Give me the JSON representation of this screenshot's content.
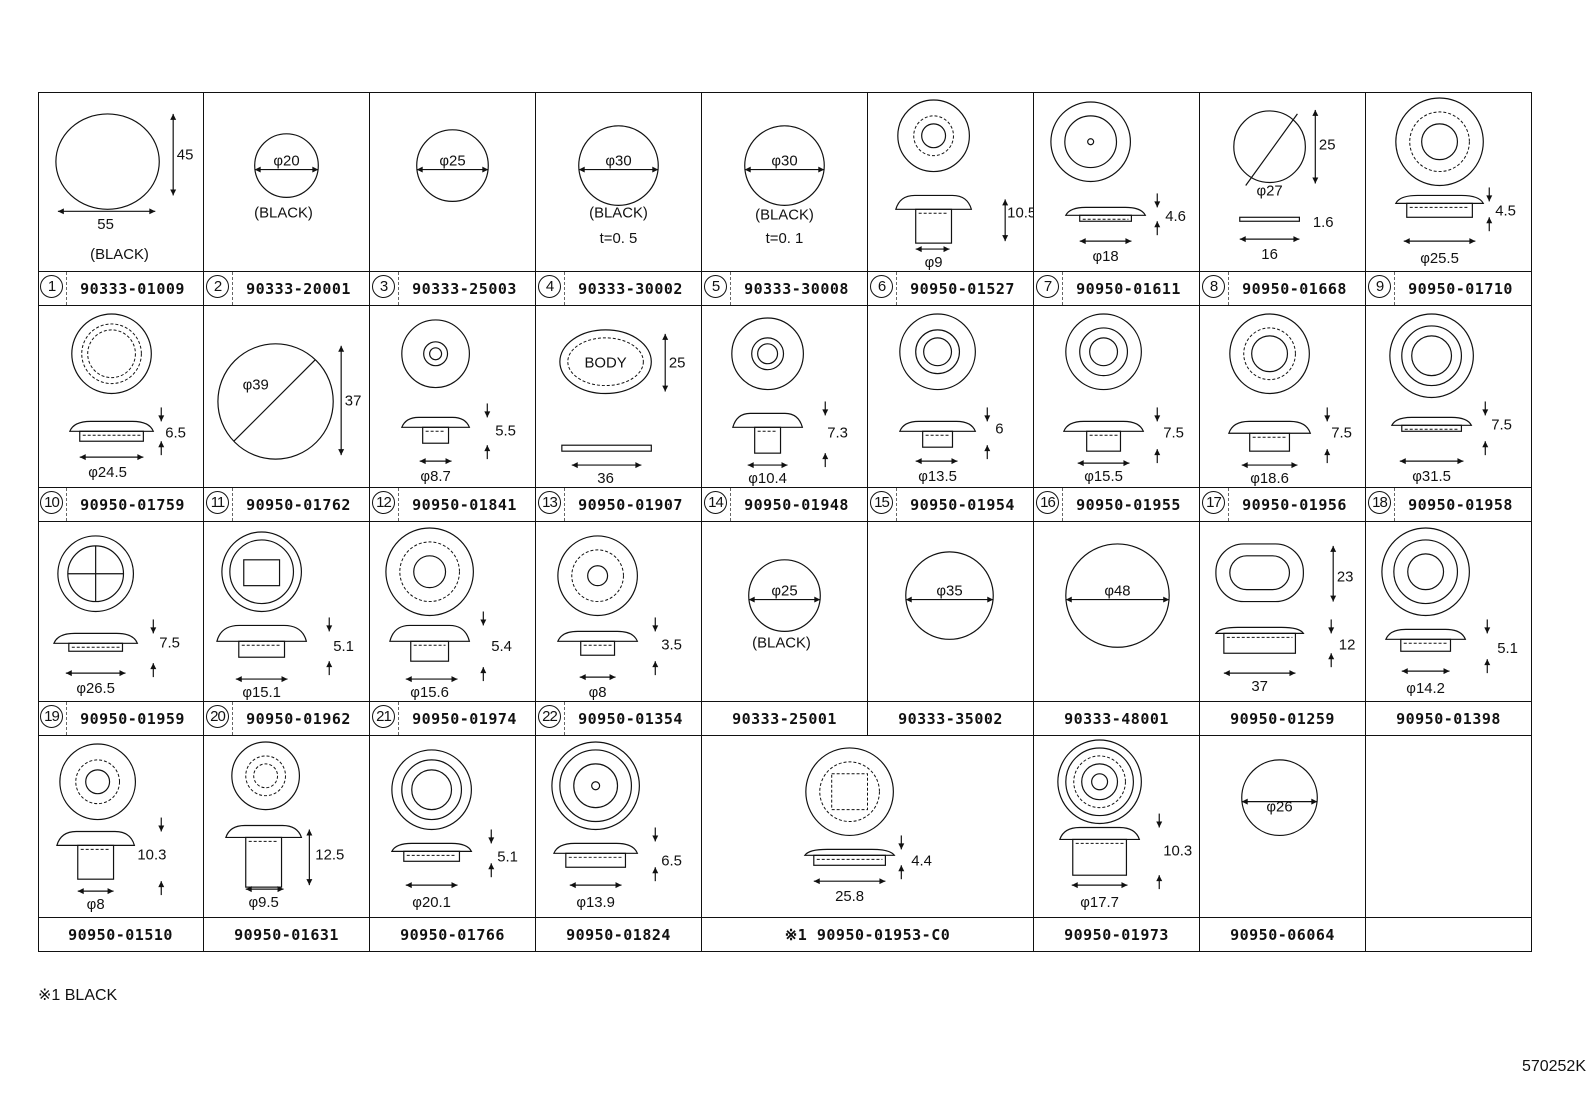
{
  "rows": [
    [
      {
        "num": "1",
        "code": "90333-01009",
        "labels": [
          "45",
          "55",
          "(BLACK)"
        ]
      },
      {
        "num": "2",
        "code": "90333-20001",
        "labels": [
          "φ20",
          "(BLACK)"
        ]
      },
      {
        "num": "3",
        "code": "90333-25003",
        "labels": [
          "φ25"
        ]
      },
      {
        "num": "4",
        "code": "90333-30002",
        "labels": [
          "φ30",
          "(BLACK)",
          "t=0. 5"
        ]
      },
      {
        "num": "5",
        "code": "90333-30008",
        "labels": [
          "φ30",
          "(BLACK)",
          "t=0. 1"
        ]
      },
      {
        "num": "6",
        "code": "90950-01527",
        "labels": [
          "10.5",
          "φ9"
        ]
      },
      {
        "num": "7",
        "code": "90950-01611",
        "labels": [
          "4.6",
          "φ18"
        ]
      },
      {
        "num": "8",
        "code": "90950-01668",
        "labels": [
          "25",
          "φ27",
          "1.6",
          "16"
        ]
      },
      {
        "num": "9",
        "code": "90950-01710",
        "labels": [
          "4.5",
          "φ25.5"
        ]
      }
    ],
    [
      {
        "num": "10",
        "code": "90950-01759",
        "labels": [
          "6.5",
          "φ24.5"
        ]
      },
      {
        "num": "11",
        "code": "90950-01762",
        "labels": [
          "φ39",
          "37"
        ]
      },
      {
        "num": "12",
        "code": "90950-01841",
        "labels": [
          "5.5",
          "φ8.7"
        ]
      },
      {
        "num": "13",
        "code": "90950-01907",
        "labels": [
          "BODY",
          "25",
          "36"
        ]
      },
      {
        "num": "14",
        "code": "90950-01948",
        "labels": [
          "7.3",
          "φ10.4"
        ]
      },
      {
        "num": "15",
        "code": "90950-01954",
        "labels": [
          "6",
          "φ13.5"
        ]
      },
      {
        "num": "16",
        "code": "90950-01955",
        "labels": [
          "7.5",
          "φ15.5"
        ]
      },
      {
        "num": "17",
        "code": "90950-01956",
        "labels": [
          "7.5",
          "φ18.6"
        ]
      },
      {
        "num": "18",
        "code": "90950-01958",
        "labels": [
          "7.5",
          "φ31.5"
        ]
      }
    ],
    [
      {
        "num": "19",
        "code": "90950-01959",
        "labels": [
          "7.5",
          "φ26.5"
        ]
      },
      {
        "num": "20",
        "code": "90950-01962",
        "labels": [
          "5.1",
          "φ15.1"
        ]
      },
      {
        "num": "21",
        "code": "90950-01974",
        "labels": [
          "5.4",
          "φ15.6"
        ]
      },
      {
        "num": "22",
        "code": "90950-01354",
        "labels": [
          "3.5",
          "φ8"
        ]
      },
      {
        "num": "",
        "code": "90333-25001",
        "labels": [
          "φ25",
          "(BLACK)"
        ]
      },
      {
        "num": "",
        "code": "90333-35002",
        "labels": [
          "φ35"
        ]
      },
      {
        "num": "",
        "code": "90333-48001",
        "labels": [
          "φ48"
        ]
      },
      {
        "num": "",
        "code": "90950-01259",
        "labels": [
          "23",
          "12",
          "37"
        ]
      },
      {
        "num": "",
        "code": "90950-01398",
        "labels": [
          "5.1",
          "φ14.2"
        ]
      }
    ],
    [
      {
        "num": "",
        "code": "90950-01510",
        "labels": [
          "10.3",
          "φ8"
        ]
      },
      {
        "num": "",
        "code": "90950-01631",
        "labels": [
          "12.5",
          "φ9.5"
        ]
      },
      {
        "num": "",
        "code": "90950-01766",
        "labels": [
          "5.1",
          "φ20.1"
        ]
      },
      {
        "num": "",
        "code": "90950-01824",
        "labels": [
          "6.5",
          "φ13.9"
        ]
      },
      {
        "num": "",
        "code": "※1 90950-01953-C0",
        "labels": [
          "4.4",
          "25.8"
        ],
        "span": 2
      },
      {
        "num": "",
        "code": "90950-01973",
        "labels": [
          "10.3",
          "φ17.7"
        ]
      },
      {
        "num": "",
        "code": "90950-06064",
        "labels": [
          "φ26"
        ]
      },
      {
        "num": "",
        "code": "",
        "labels": []
      }
    ]
  ],
  "footnote": "※1 BLACK",
  "figure_id": "570252K"
}
